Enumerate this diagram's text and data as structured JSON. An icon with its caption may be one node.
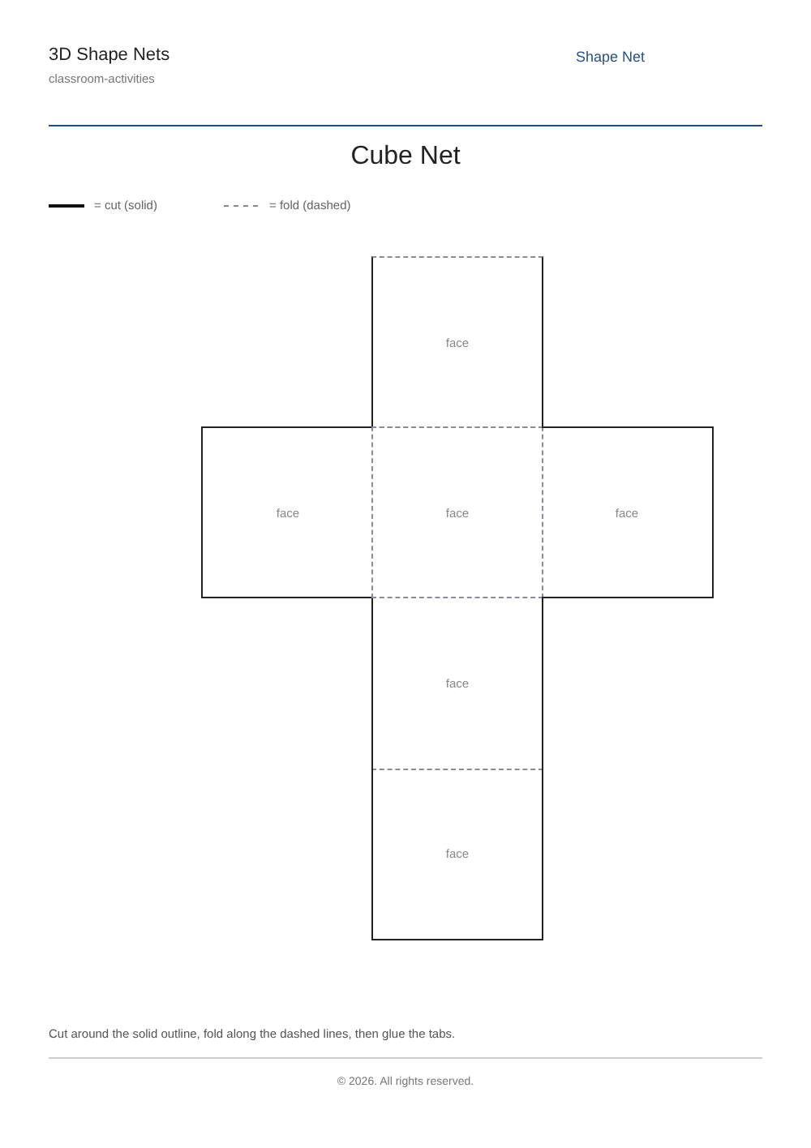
{
  "diagram": {
    "title": "Cube Net",
    "nodes": [
      {
        "text": [
          "face"
        ]
      },
      {
        "text": [
          "face"
        ]
      },
      {
        "text": [
          "face"
        ]
      },
      {
        "text": [
          "face"
        ]
      },
      {
        "text": [
          "face"
        ]
      },
      {
        "text": [
          "face"
        ]
      }
    ],
    "labels": [
      "3D Shape Nets",
      "classroom-activities",
      "Shape Net",
      "Cut around the solid outline, fold along the dashed lines, then glue the tabs.",
      "© 2026. All rights reserved."
    ],
    "legend": [
      {
        "text": "= cut (solid)"
      },
      {
        "text": "= fold (dashed)"
      }
    ]
  }
}
